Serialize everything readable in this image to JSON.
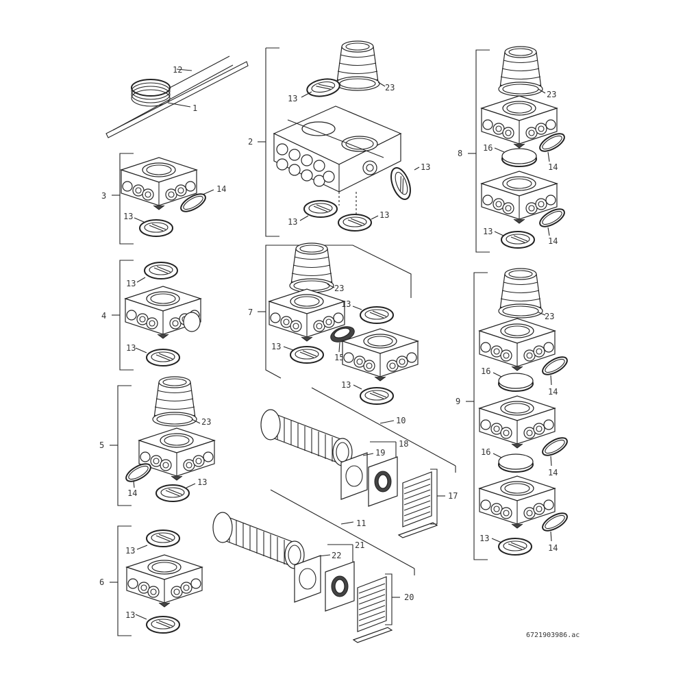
{
  "figure": {
    "reference_code": "6721903986.ac",
    "callouts": {
      "c1": "1",
      "c2": "2",
      "c3": "3",
      "c4": "4",
      "c5": "5",
      "c6": "6",
      "c7": "7",
      "c8": "8",
      "c9": "9",
      "c10": "10",
      "c11": "11",
      "c12": "12",
      "c15": "15",
      "c17": "17",
      "c18": "18",
      "c19": "19",
      "c20": "20",
      "c21": "21",
      "c22": "22",
      "c13": "13",
      "c14": "14",
      "c16": "16",
      "c23": "23"
    }
  }
}
